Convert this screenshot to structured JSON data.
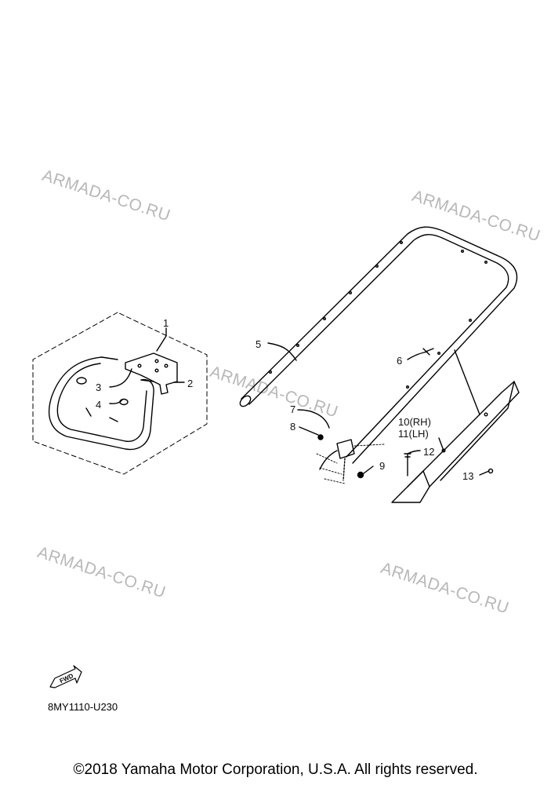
{
  "watermark": "ARMADA-CO.RU",
  "callouts": {
    "c1": "1",
    "c2": "2",
    "c3": "3",
    "c4": "4",
    "c5": "5",
    "c6": "6",
    "c7": "7",
    "c8": "8",
    "c9": "9",
    "c10": "10(RH)",
    "c11": "11(LH)",
    "c12": "12",
    "c13": "13"
  },
  "fwd_label": "FWD",
  "diagram_code": "8MY1110-U230",
  "copyright": "©2018 Yamaha Motor Corporation, U.S.A. All rights reserved."
}
